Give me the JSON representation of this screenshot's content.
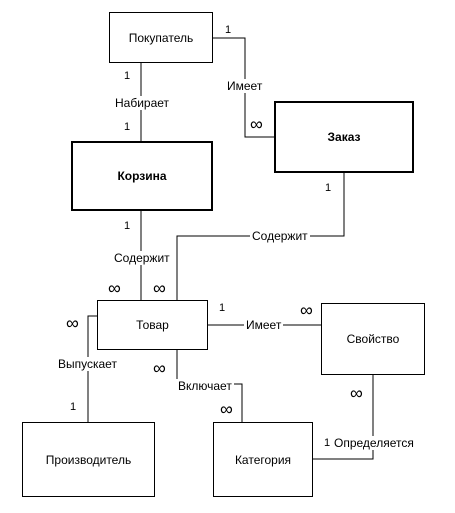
{
  "entities": {
    "pokupatel": "Покупатель",
    "zakaz": "Заказ",
    "korzina": "Корзина",
    "tovar": "Товар",
    "svoystvo": "Свойство",
    "proizvoditel": "Производитель",
    "kategoriya": "Категория"
  },
  "relations": {
    "pokupatel_zakaz": "Имеет",
    "pokupatel_korzina": "Набирает",
    "zakaz_tovar": "Содержит",
    "korzina_tovar": "Содержит",
    "tovar_svoystvo": "Имеет",
    "tovar_proizvoditel": "Выпускает",
    "tovar_kategoriya": "Включает",
    "kategoriya_svoystvo": "Определяется"
  },
  "cardinality": {
    "one": "1",
    "many": "∞"
  }
}
